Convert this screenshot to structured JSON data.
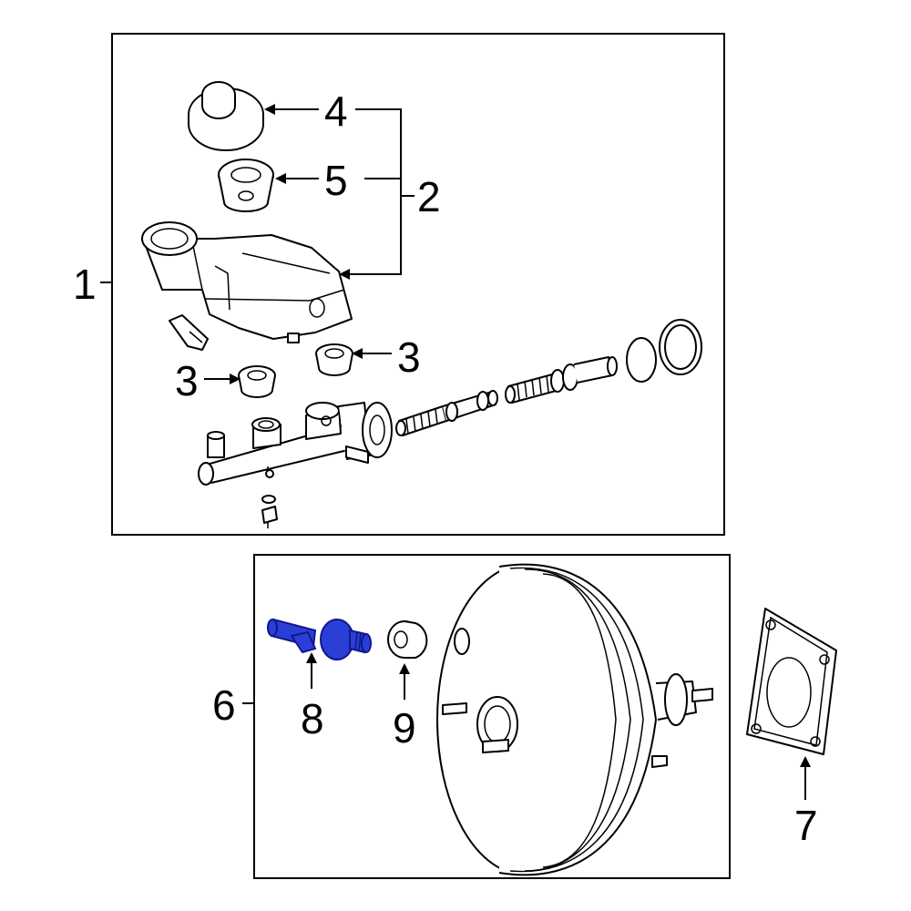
{
  "callouts": {
    "c1": "1",
    "c2": "2",
    "c3a": "3",
    "c3b": "3",
    "c4": "4",
    "c5": "5",
    "c6": "6",
    "c7": "7",
    "c8": "8",
    "c9": "9"
  },
  "colors": {
    "highlight": "#2b3fd6",
    "highlight_stroke": "#10188c",
    "line": "#000000",
    "background": "#ffffff"
  },
  "highlighted_part": "8"
}
